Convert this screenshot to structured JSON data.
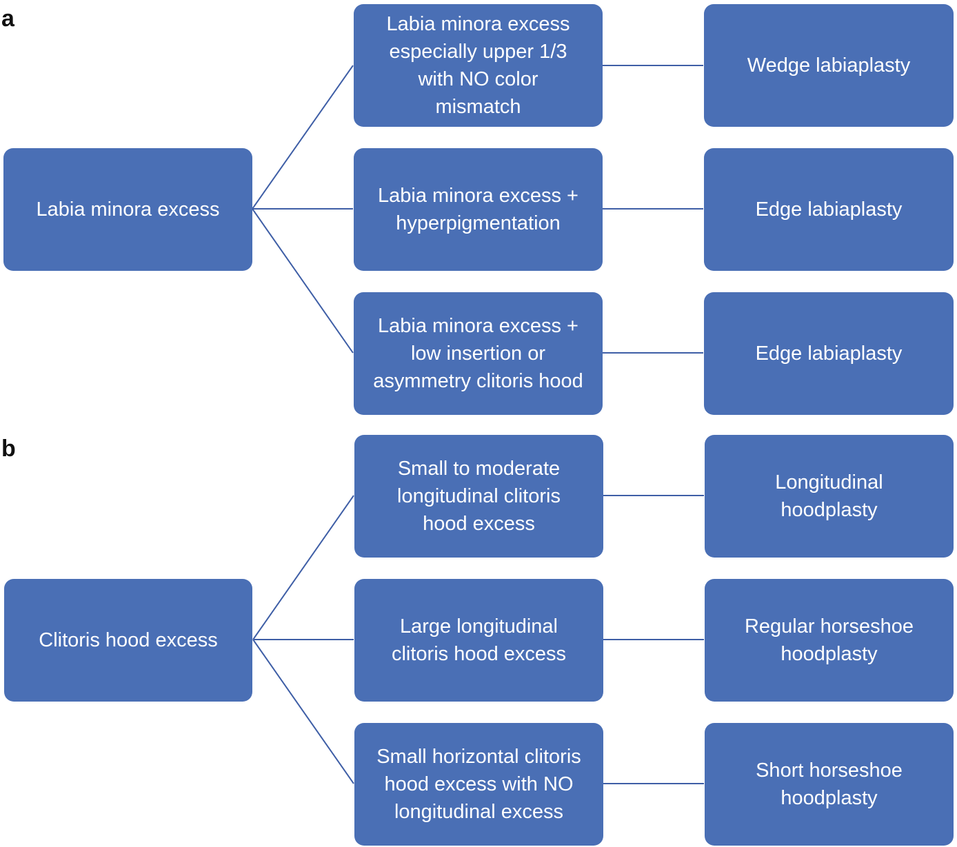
{
  "panels": [
    {
      "label": "a",
      "root": "Labia minora excess",
      "branches": [
        {
          "condition": "Labia minora excess especially upper 1/3 with NO color mismatch",
          "procedure": "Wedge labiaplasty"
        },
        {
          "condition": "Labia minora excess + hyperpigmentation",
          "procedure": "Edge labiaplasty"
        },
        {
          "condition": "Labia minora excess + low insertion or asymmetry clitoris hood",
          "procedure": "Edge labiaplasty"
        }
      ]
    },
    {
      "label": "b",
      "root": "Clitoris hood excess",
      "branches": [
        {
          "condition": "Small to moderate longitudinal clitoris hood excess",
          "procedure": "Longitudinal hoodplasty"
        },
        {
          "condition": "Large longitudinal clitoris hood excess",
          "procedure": "Regular horseshoe hoodplasty"
        },
        {
          "condition": "Small horizontal clitoris hood excess with NO longitudinal excess",
          "procedure": "Short horseshoe hoodplasty"
        }
      ]
    }
  ],
  "colors": {
    "box": "#4a6fb5",
    "line": "#3e5ea6",
    "text": "#ffffff"
  }
}
